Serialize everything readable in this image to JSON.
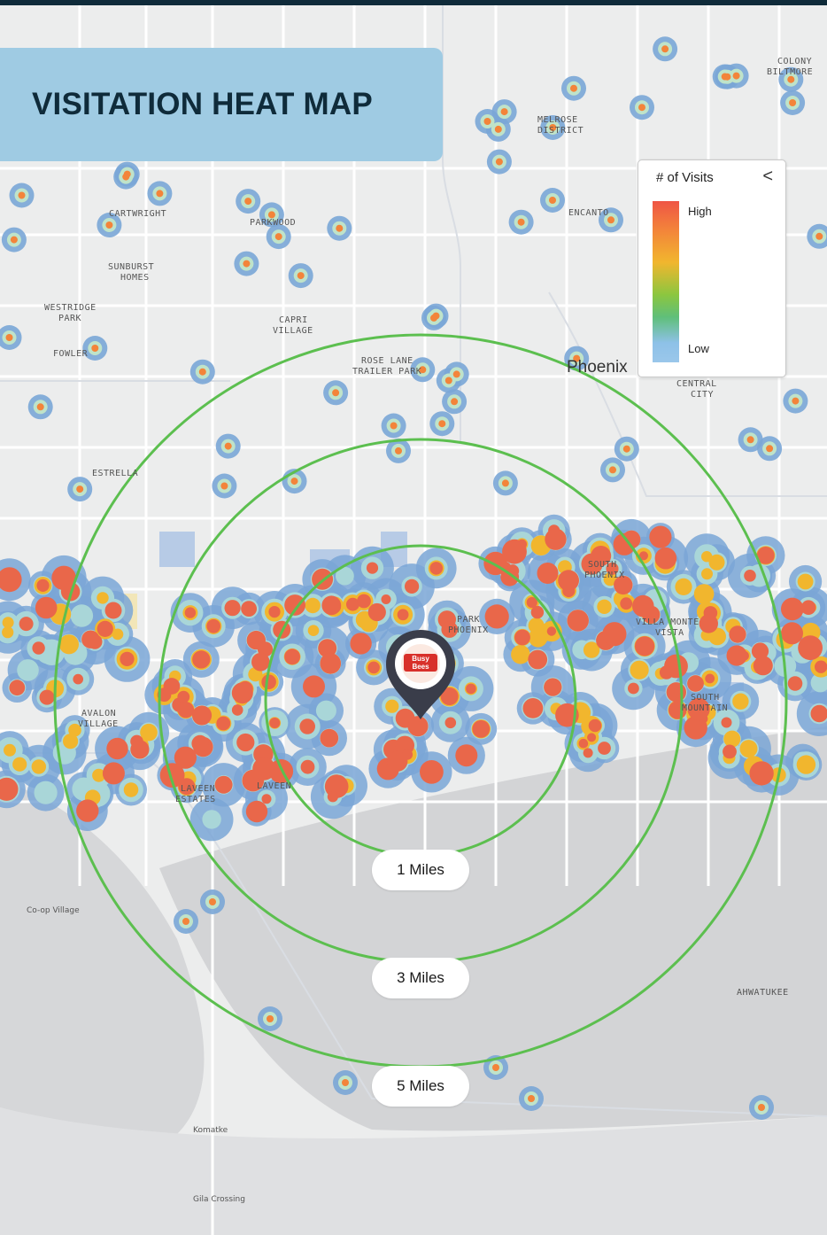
{
  "title": "VISITATION HEAT MAP",
  "legend": {
    "title": "# of Visits",
    "collapse_icon": "chevron-left-icon",
    "high_label": "High",
    "low_label": "Low",
    "gradient_colors": [
      "#ef5545",
      "#f3843a",
      "#f1b62e",
      "#8cc63f",
      "#5fbf7a",
      "#8ec1e8"
    ]
  },
  "rings": {
    "color": "#5cbf4f",
    "labels": [
      "1 Miles",
      "3 Miles",
      "5 Miles"
    ]
  },
  "marker": {
    "logo_line1": "Busy",
    "logo_line2": "Bees",
    "icon": "location-pin-icon"
  },
  "places": [
    "COLONY BILTMORE",
    "MELROSE DISTRICT",
    "CARTWRIGHT",
    "PARKWOOD",
    "ENCANTO",
    "SUNBURST HOMES",
    "WESTRIDGE PARK",
    "CAPRI VILLAGE",
    "FOWLER",
    "ROSE LANE TRAILER PARK",
    "Phoenix",
    "CENTRAL CITY",
    "ESTRELLA",
    "SOUTH PHOENIX",
    "PARK PHOENIX",
    "VILLA MONTE VISTA",
    "AVALON VILLAGE",
    "SOUTH MOUNTAIN",
    "LAVEEN ESTATES",
    "LAVEEN",
    "Co-op Village",
    "AHWATUKEE",
    "Komatke",
    "Gila Crossing"
  ]
}
